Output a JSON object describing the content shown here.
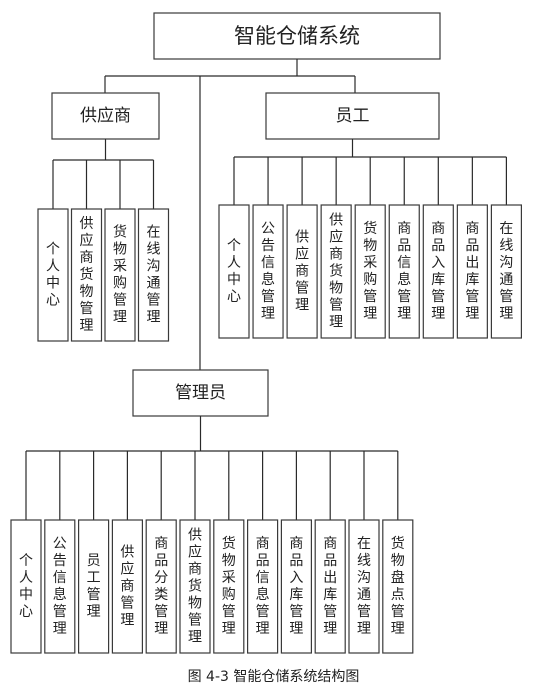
{
  "root": {
    "label": "智能仓储系统"
  },
  "groups": [
    {
      "label": "供应商",
      "children": [
        "个人中心",
        "供应商货物管理",
        "货物采购管理",
        "在线沟通管理"
      ]
    },
    {
      "label": "员工",
      "children": [
        "个人中心",
        "公告信息管理",
        "供应商管理",
        "供应商货物管理",
        "货物采购管理",
        "商品信息管理",
        "商品入库管理",
        "商品出库管理",
        "在线沟通管理"
      ]
    },
    {
      "label": "管理员",
      "children": [
        "个人中心",
        "公告信息管理",
        "员工管理",
        "供应商管理",
        "商品分类管理",
        "供应商货物管理",
        "货物采购管理",
        "商品信息管理",
        "商品入库管理",
        "商品出库管理",
        "在线沟通管理",
        "货物盘点管理"
      ]
    }
  ],
  "caption": "图 4-3 智能仓储系统结构图"
}
